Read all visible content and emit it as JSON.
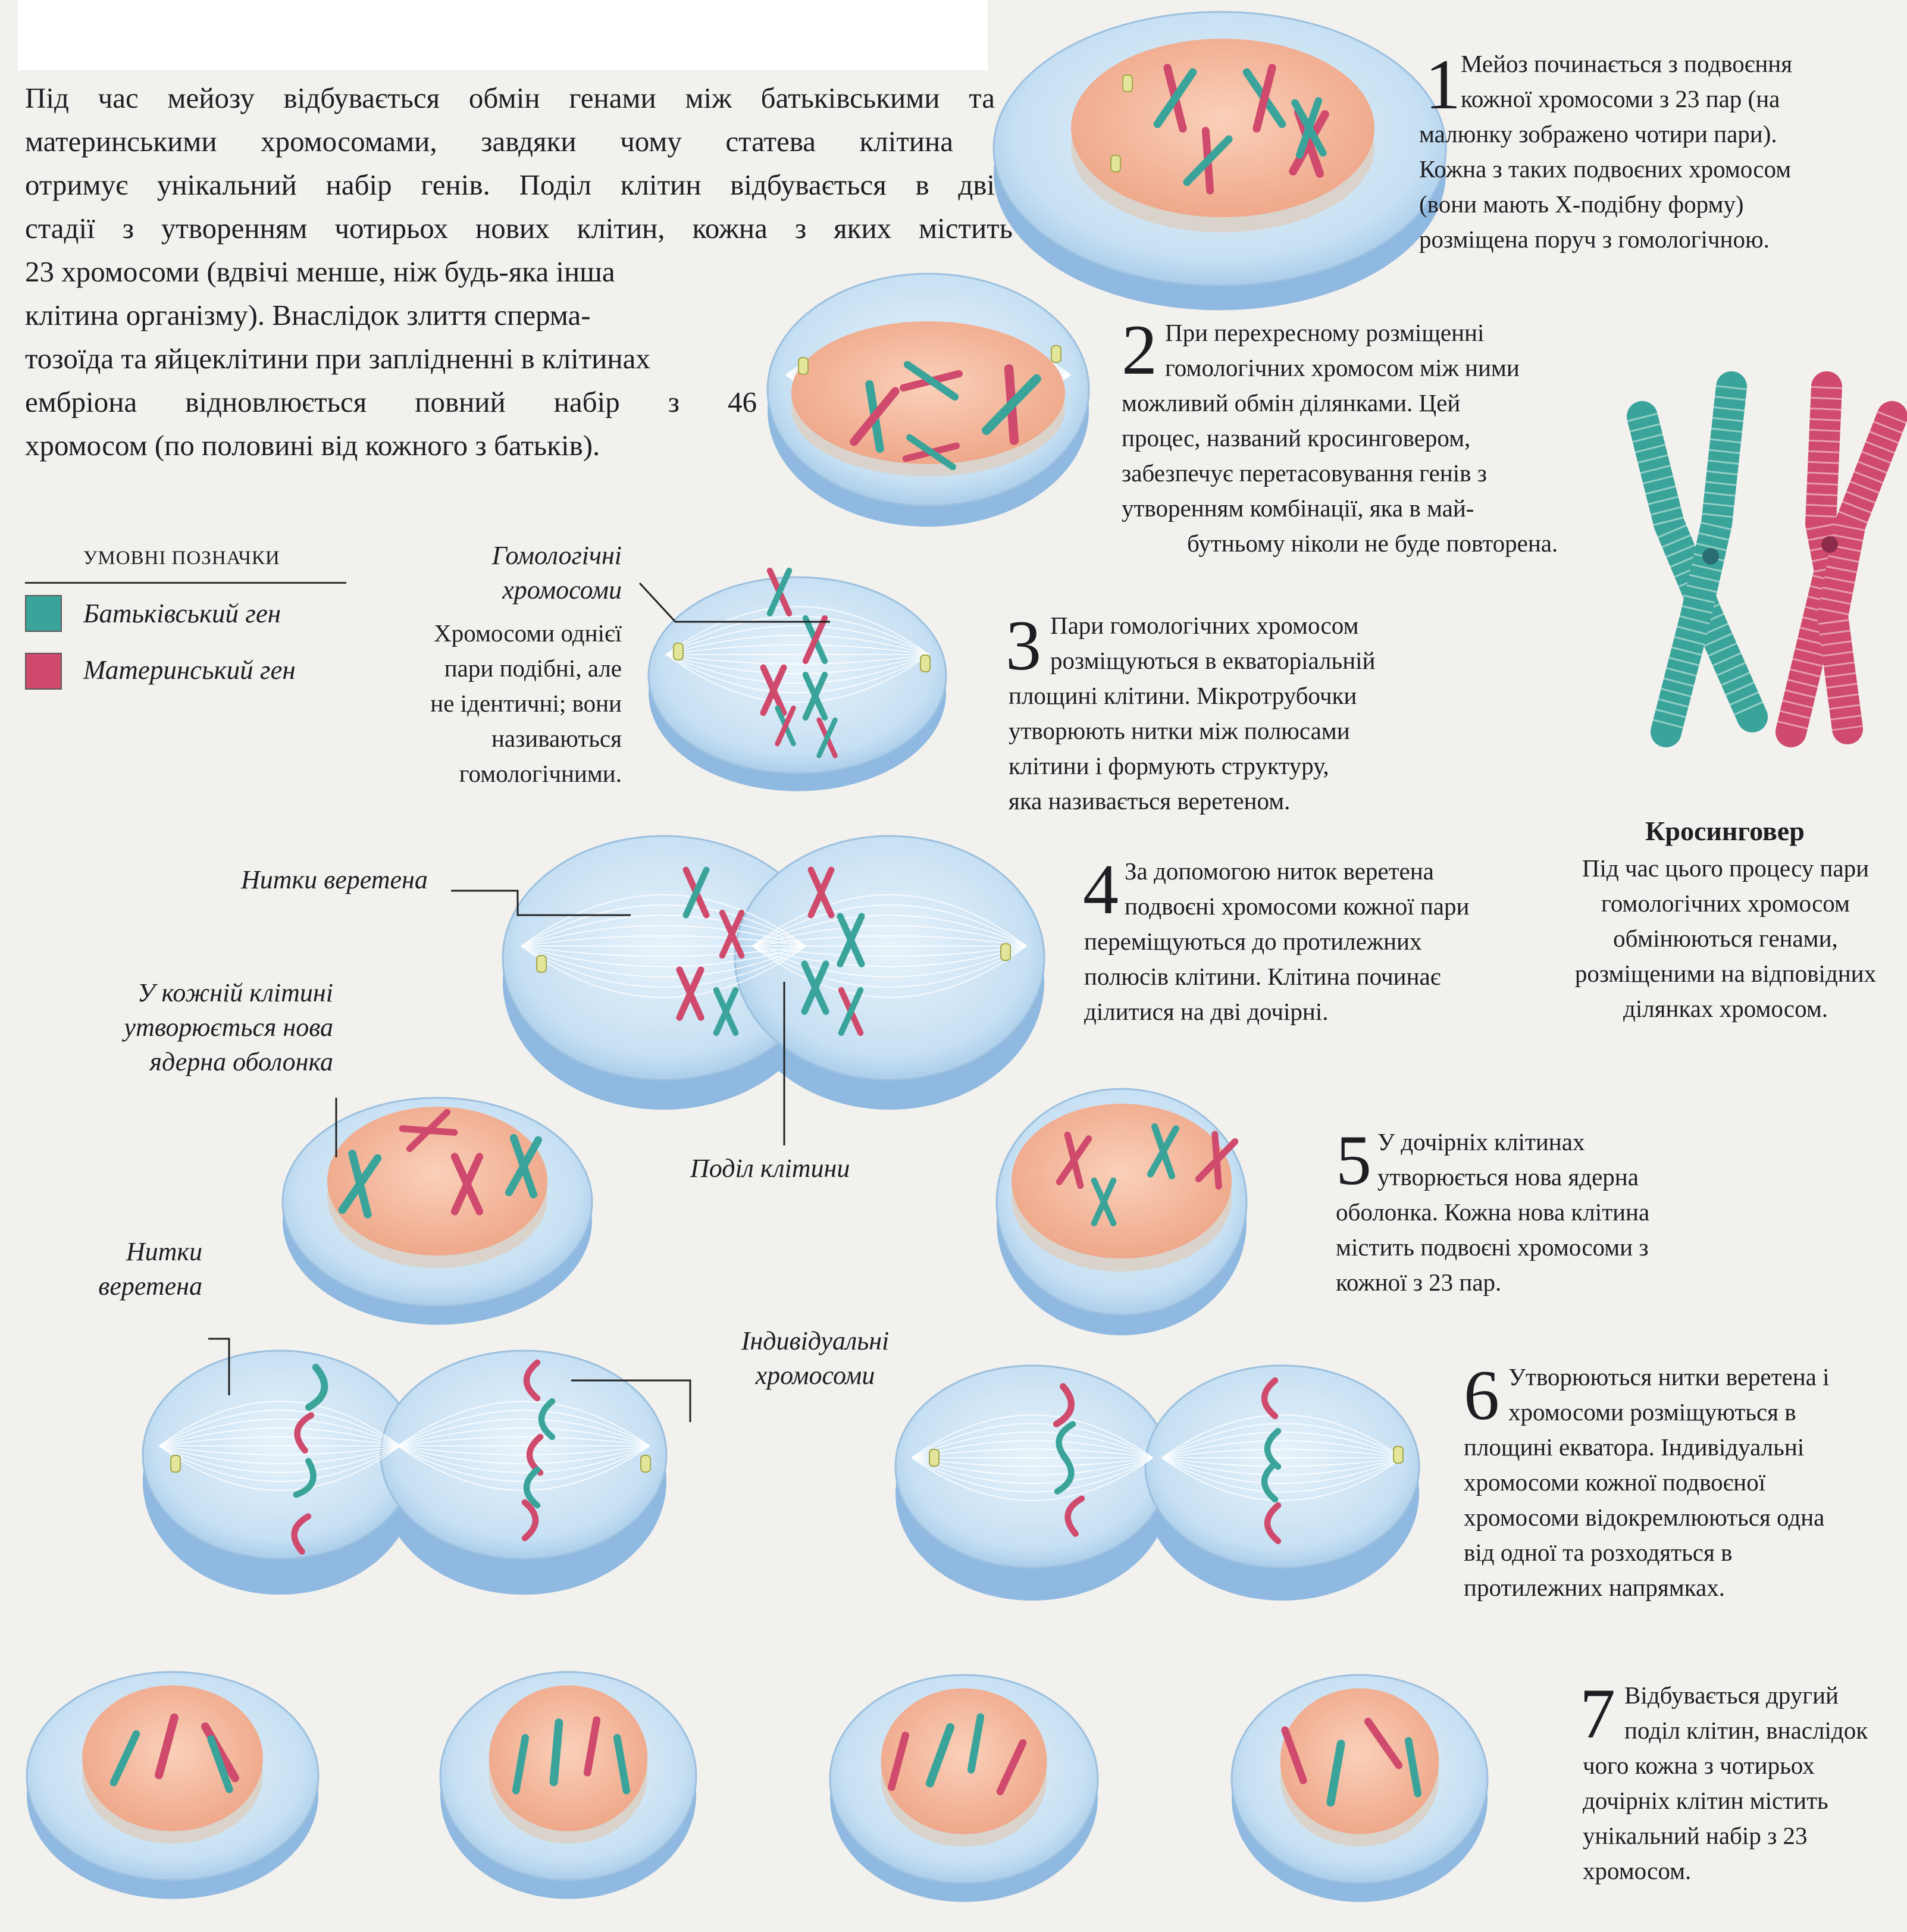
{
  "colors": {
    "paternal": "#3aa49a",
    "maternal": "#cf4a6c",
    "cytoplasm": "#bcd9f0",
    "nucleus": "#f2b79c"
  },
  "intro_lines": [
    [
      "Під",
      "час",
      "мейозу",
      "відбувається",
      "обмін",
      "генами",
      "між",
      "батьківськими",
      "та"
    ],
    [
      "материнськими",
      "хромосомами,",
      "завдяки",
      "чому",
      "статева",
      "клітина"
    ],
    [
      "отримує",
      "унікальний",
      "набір",
      "генів.",
      "Поділ",
      "клітин",
      "відбувається",
      "в",
      "дві"
    ],
    [
      "стадії",
      "з",
      "утворенням",
      "чотирьох",
      "нових",
      "клітин,",
      "кожна",
      "з",
      "яких",
      "містить"
    ],
    [
      "23 хромосоми (вдвічі менше, ніж будь-яка інша"
    ],
    [
      "клітина організму). Внаслідок злиття сперма-"
    ],
    [
      "тозоїда та яйцеклітини при заплідненні в клітинах"
    ],
    [
      "ембріона",
      "відновлюється",
      "повний",
      "набір",
      "з",
      "46"
    ],
    [
      "хромосом (по половині від кожного з батьків)."
    ]
  ],
  "legend": {
    "title": "УМОВНІ ПОЗНАЧКИ",
    "paternal_label": "Батьківський ген",
    "maternal_label": "Материнський ген"
  },
  "steps": [
    {
      "number": "1",
      "lines": [
        "Мейоз починається з подвоєння",
        "кожної хромосоми з 23 пар (на",
        "малюнку зображено чотири пари).",
        "Кожна з таких подвоєних хромосом",
        "(вони мають Х-подібну форму)",
        "розміщена поруч з гомологічною."
      ]
    },
    {
      "number": "2",
      "lines": [
        "При перехресному розміщенні",
        "гомологічних хромосом між ними",
        "можливий обмін ділянками.  Цей",
        "процес, названий кросинговером,",
        "забезпечує перетасовування генів з",
        "утворенням комбінації, яка в май-",
        "бутньому ніколи не буде повторена."
      ]
    },
    {
      "number": "3",
      "lines": [
        "Пари гомологічних хромосом",
        "розміщуються в екваторіальній",
        "площині клітини. Мікротрубочки",
        "утворюють нитки між полюсами",
        "клітини і формують структуру,",
        "яка називається веретеном."
      ]
    },
    {
      "number": "4",
      "lines": [
        "За допомогою ниток веретена",
        "подвоєні хромосоми кожної пари",
        "переміщуються до протилежних",
        "полюсів клітини. Клітина починає",
        "ділитися на дві дочірні."
      ]
    },
    {
      "number": "5",
      "lines": [
        "У дочірніх клітинах",
        "утворюється нова ядерна",
        "оболонка. Кожна нова клітина",
        "містить подвоєні хромосоми з",
        "кожної з 23 пар."
      ]
    },
    {
      "number": "6",
      "lines": [
        "Утворюються нитки веретена і",
        "хромосоми розміщуються в",
        "площині екватора. Індивідуальні",
        "хромосоми кожної подвоєної",
        "хромосоми відокремлюються одна",
        "від одної та розходяться в",
        "протилежних напрямках."
      ]
    },
    {
      "number": "7",
      "lines": [
        "Відбувається  другий",
        "поділ клітин, внаслідок",
        "чого кожна з чотирьох",
        "дочірніх клітин містить",
        "унікальний набір з 23",
        "хромосом."
      ]
    }
  ],
  "labels": {
    "homologous_title": [
      "Гомологічні",
      "хромосоми"
    ],
    "homologous_desc": [
      "Хромосоми однієї",
      "пари подібні, але",
      "не ідентичні; вони",
      "називаються",
      "гомологічними."
    ],
    "spindle_threads_1": "Нитки веретена",
    "new_envelope": [
      "У кожній клітині",
      "утворюється нова",
      "ядерна оболонка"
    ],
    "cell_division": "Поділ клітини",
    "spindle_threads_2": [
      "Нитки",
      "веретена"
    ],
    "individual_chromosomes": [
      "Індивідуальні",
      "хромосоми"
    ]
  },
  "crossover": {
    "title": "Кросинговер",
    "lines": [
      "Під час цього процесу пари",
      "гомологічних хромосом",
      "обмінюються генами,",
      "розміщеними на відповідних",
      "ділянках хромосом."
    ]
  }
}
